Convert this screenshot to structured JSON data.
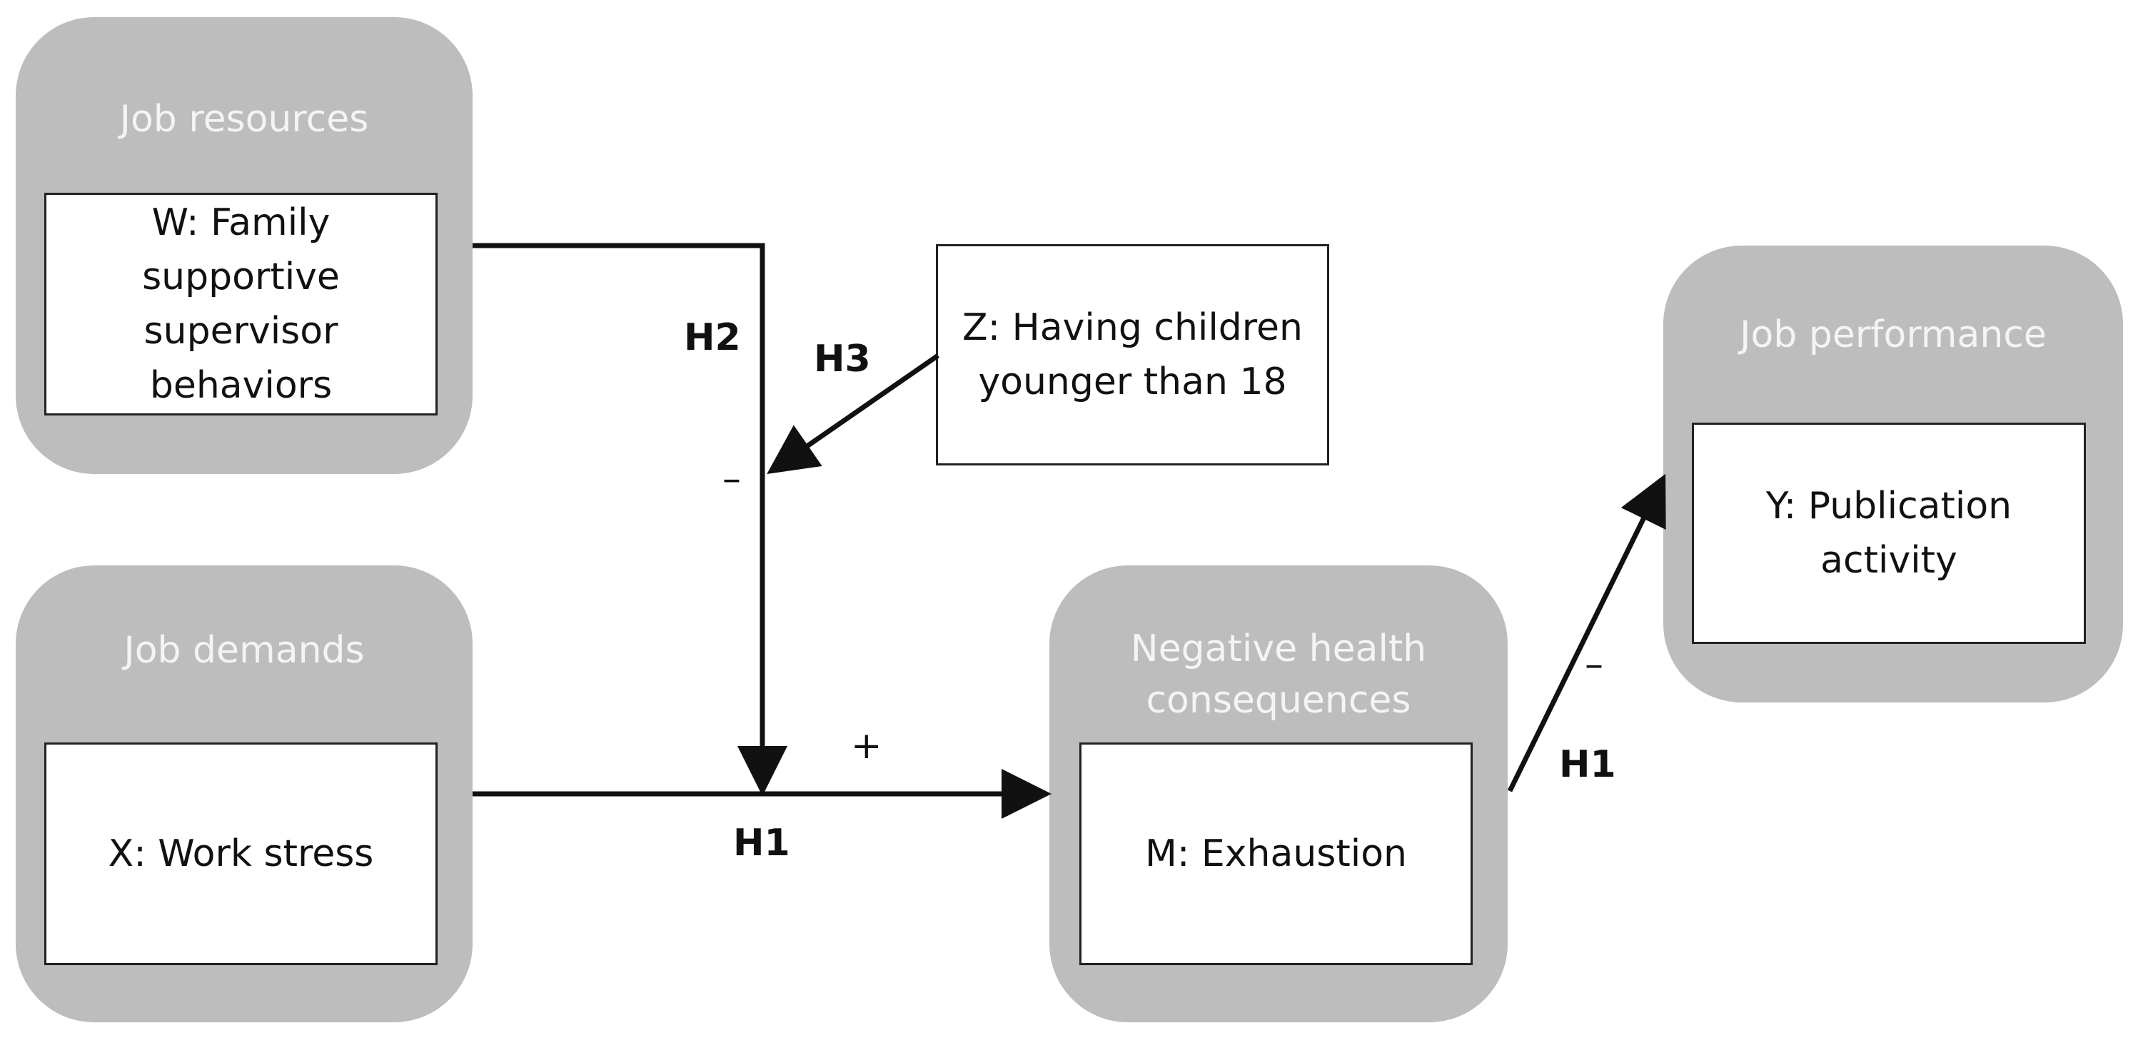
{
  "groups": {
    "job_resources": "Job resources",
    "job_demands": "Job demands",
    "negative_health": [
      "Negative health",
      "consequences"
    ],
    "job_performance": "Job performance"
  },
  "boxes": {
    "w": [
      "W: Family",
      "supportive",
      "supervisor",
      "behaviors"
    ],
    "x": "X: Work stress",
    "z": [
      "Z: Having children",
      "younger than 18"
    ],
    "m": "M: Exhaustion",
    "y": [
      "Y: Publication",
      "activity"
    ]
  },
  "labels": {
    "h1_path": "H1",
    "h1_outcome": "H1",
    "h2": "H2",
    "h3": "H3",
    "sign_plus": "+",
    "sign_minus_moderation": "–",
    "sign_minus_outcome": "–"
  }
}
